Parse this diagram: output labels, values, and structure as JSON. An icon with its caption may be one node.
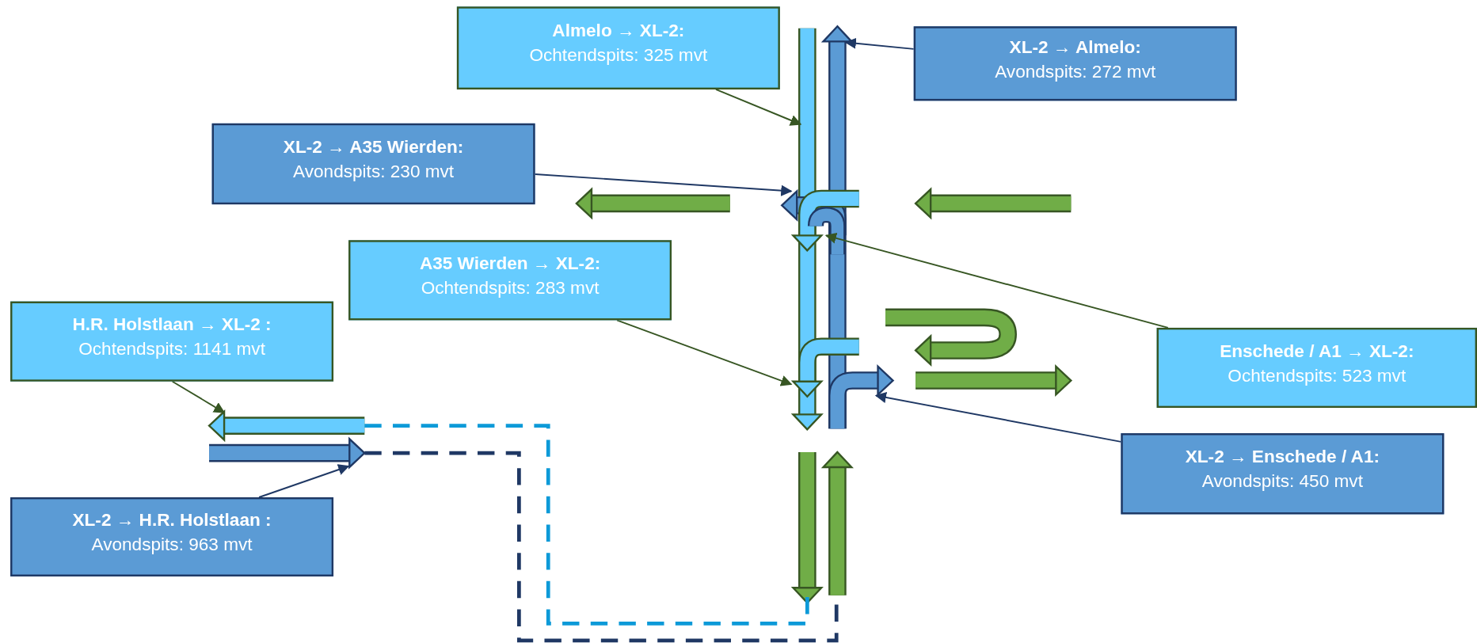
{
  "diagram": {
    "nodes": [
      {
        "text": [
          "Almelo → XL-2:",
          "Ochtendspits: 325 mvt"
        ]
      },
      {
        "text": [
          "XL-2 → Almelo:",
          "Avondspits: 272 mvt"
        ]
      },
      {
        "text": [
          "XL-2 → A35 Wierden:",
          "Avondspits: 230 mvt"
        ]
      },
      {
        "text": [
          "A35 Wierden → XL-2:",
          "Ochtendspits: 283 mvt"
        ]
      },
      {
        "text": [
          "H.R. Holstlaan → XL-2 :",
          "Ochtendspits: 1141 mvt"
        ]
      },
      {
        "text": [
          "Enschede / A1 → XL-2:",
          "Ochtendspits: 523 mvt"
        ]
      },
      {
        "text": [
          "XL-2 → Enschede / A1:",
          "Avondspits: 450 mvt"
        ]
      },
      {
        "text": [
          "XL-2 → H.R. Holstlaan :",
          "Avondspits: 963 mvt"
        ]
      }
    ],
    "edges": [
      {
        "from": 0,
        "to": null,
        "arrow": "to",
        "color": "#375623"
      },
      {
        "from": 1,
        "to": null,
        "arrow": "to",
        "color": "#1f3864"
      },
      {
        "from": 2,
        "to": null,
        "arrow": "to",
        "color": "#1f3864"
      },
      {
        "from": 3,
        "to": null,
        "arrow": "to",
        "color": "#375623"
      },
      {
        "from": 4,
        "to": null,
        "arrow": "to",
        "color": "#375623"
      },
      {
        "from": 5,
        "to": null,
        "arrow": "to",
        "color": "#375623"
      },
      {
        "from": 6,
        "to": null,
        "arrow": "to",
        "color": "#1f3864"
      },
      {
        "from": 7,
        "to": null,
        "arrow": "to",
        "color": "#1f3864"
      }
    ]
  }
}
